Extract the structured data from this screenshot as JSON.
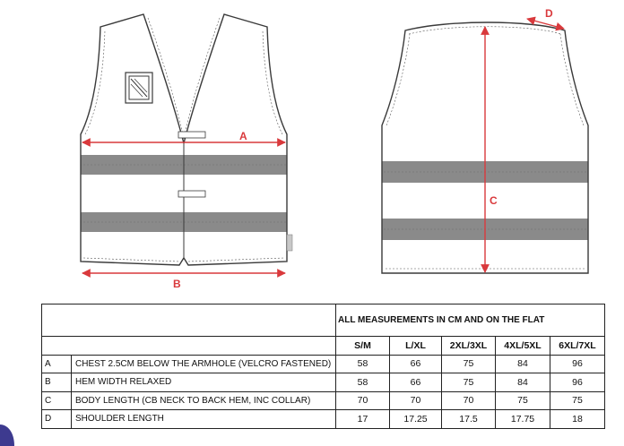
{
  "labels": {
    "a": "A",
    "b": "B",
    "c": "C",
    "d": "D"
  },
  "colors": {
    "arrow": "#d9393c",
    "band": "#8a8a8a",
    "outline": "#3a3a3a",
    "blob": "#3d3a8f"
  },
  "table": {
    "title": "ALL MEASUREMENTS IN CM AND ON THE FLAT",
    "sizes": [
      "S/M",
      "L/XL",
      "2XL/3XL",
      "4XL/5XL",
      "6XL/7XL"
    ],
    "rows": [
      {
        "code": "A",
        "desc": "CHEST 2.5CM BELOW THE ARMHOLE (VELCRO FASTENED)",
        "values": [
          "58",
          "66",
          "75",
          "84",
          "96"
        ]
      },
      {
        "code": "B",
        "desc": "HEM WIDTH RELAXED",
        "values": [
          "58",
          "66",
          "75",
          "84",
          "96"
        ]
      },
      {
        "code": "C",
        "desc": "BODY LENGTH (CB NECK TO BACK HEM, INC COLLAR)",
        "values": [
          "70",
          "70",
          "70",
          "75",
          "75"
        ]
      },
      {
        "code": "D",
        "desc": "SHOULDER LENGTH",
        "values": [
          "17",
          "17.25",
          "17.5",
          "17.75",
          "18"
        ]
      }
    ]
  }
}
